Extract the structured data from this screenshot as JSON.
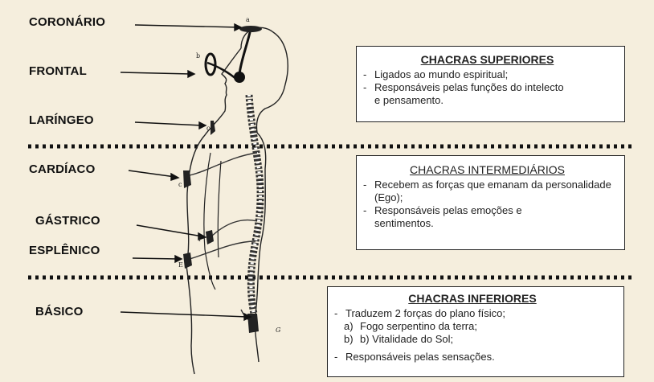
{
  "labels": {
    "coronario": "CORONÁRIO",
    "frontal": "FRONTAL",
    "laringeo": "LARÍNGEO",
    "cardiaco": "CARDÍACO",
    "gastrico": "GÁSTRICO",
    "esplenico": "ESPLÊNICO",
    "basico": "BÁSICO"
  },
  "figure_letters": {
    "a": "a",
    "b": "b",
    "c": "c",
    "d": "c",
    "e": "f",
    "f": "E",
    "g": "G"
  },
  "box_superiores": {
    "title": "CHACRAS SUPERIORES",
    "items": [
      {
        "dash": "-",
        "text": "Ligados ao mundo espiritual;"
      },
      {
        "dash": "-",
        "text": "Responsáveis pelas funções do intelecto e pensamento."
      }
    ]
  },
  "box_intermediarios": {
    "title": "CHACRAS INTERMEDIÁRIOS",
    "items": [
      {
        "dash": "-",
        "text": "Recebem as forças que emanam da personalidade (Ego);"
      },
      {
        "dash": "-",
        "text": "Responsáveis pelas emoções e sentimentos."
      }
    ]
  },
  "box_inferiores": {
    "title": "CHACRAS INFERIORES",
    "item1": {
      "dash": "-",
      "text": "Traduzem 2 forças do plano físico;"
    },
    "sub": [
      {
        "key": "a)",
        "text": "Fogo serpentino da terra;"
      },
      {
        "key": "b)",
        "text": "b) Vitalidade do Sol;"
      }
    ],
    "item2": {
      "dash": "-",
      "text": "Responsáveis pelas sensações."
    }
  },
  "colors": {
    "background": "#f5eedd",
    "ink": "#111111",
    "box_bg": "#ffffff"
  }
}
